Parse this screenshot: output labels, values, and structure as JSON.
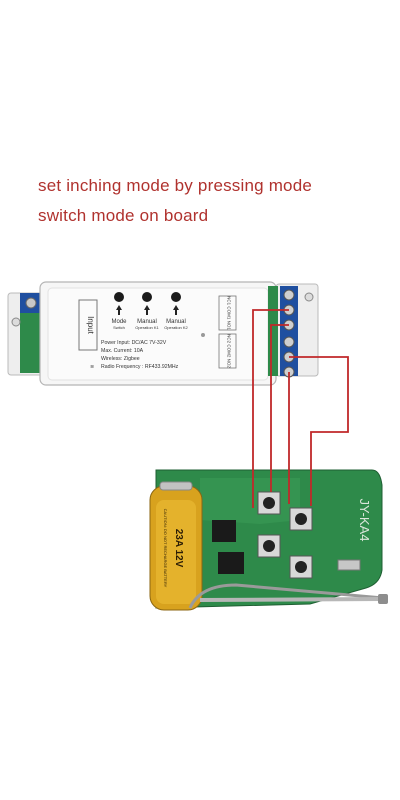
{
  "caption": {
    "line1": "set inching mode by pressing mode",
    "line2": "switch mode on board"
  },
  "relay_board": {
    "input_label": "Input",
    "buttons": [
      {
        "label": "Mode",
        "sub": "Switch"
      },
      {
        "label": "Manual",
        "sub": "Operation K1"
      },
      {
        "label": "Manual",
        "sub": "Operation K2"
      }
    ],
    "specs": [
      "Power Input:  DC/AC 7V-32V",
      "Max. Current:  10A",
      "Wireless:  Zigbee",
      "Radio Frequency :  RF433.92MHz"
    ],
    "terminal_label_1": "NC1 COM1 NO1",
    "terminal_label_2": "NC2 COM2 NO2"
  },
  "remote_board": {
    "model": "JY-KA4",
    "battery_label": "23A 12V",
    "battery_warning": "CAUTION: DO NOT RECHARGE BATTERY"
  },
  "colors": {
    "caption": "#b0322e",
    "wire": "#c0282a",
    "terminal_blue": "#1f4fa0",
    "pcb_green": "#2e8a4a",
    "battery_gold": "#d8a21e"
  }
}
